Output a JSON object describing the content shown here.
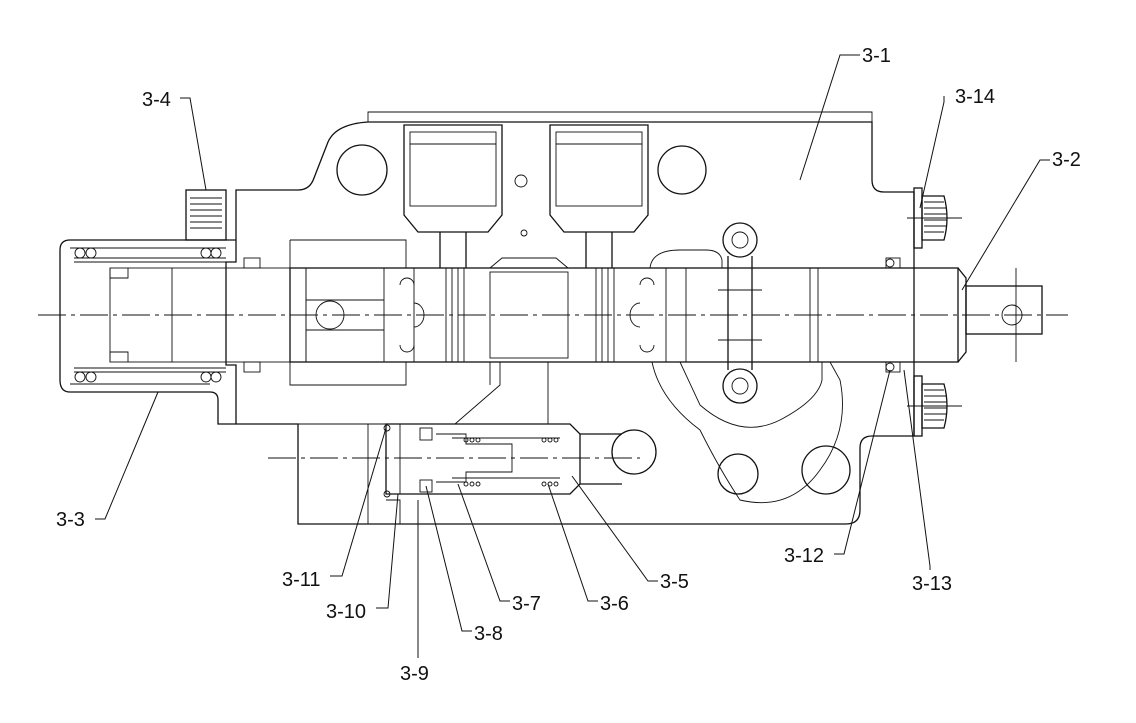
{
  "labels": {
    "p3_1": "3-1",
    "p3_2": "3-2",
    "p3_3": "3-3",
    "p3_4": "3-4",
    "p3_5": "3-5",
    "p3_6": "3-6",
    "p3_7": "3-7",
    "p3_8": "3-8",
    "p3_9": "3-9",
    "p3_10": "3-10",
    "p3_11": "3-11",
    "p3_12": "3-12",
    "p3_13": "3-13",
    "p3_14": "3-14"
  }
}
